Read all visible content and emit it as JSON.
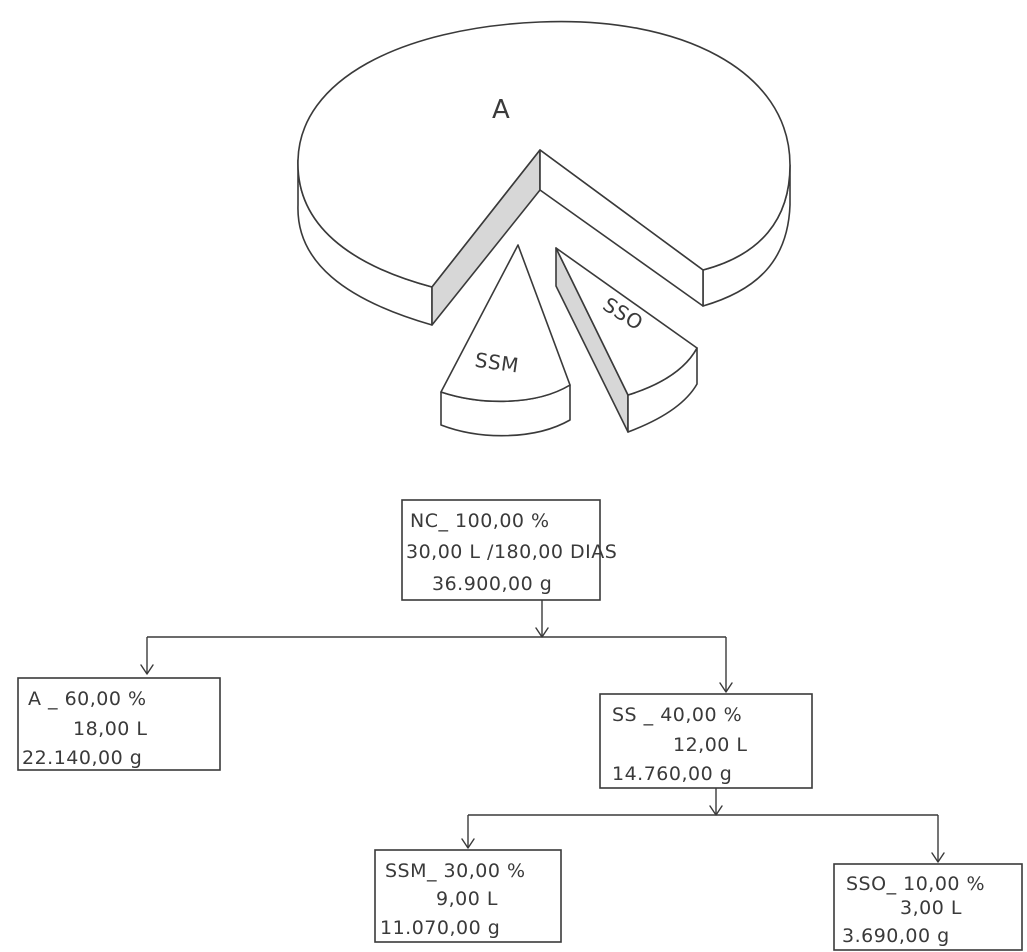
{
  "pie": {
    "main_label": "A",
    "slice_labels": [
      "SSM",
      "SSO"
    ]
  },
  "tree": {
    "root": {
      "lines": [
        "NC_ 100,00 %",
        "30,00 L /180,00 DIAS",
        "36.900,00 g"
      ]
    },
    "a": {
      "lines": [
        "A _ 60,00 %",
        "18,00 L",
        "22.140,00 g"
      ]
    },
    "ss": {
      "lines": [
        "SS _ 40,00 %",
        "12,00 L",
        "14.760,00 g"
      ]
    },
    "ssm": {
      "lines": [
        "SSM_ 30,00 %",
        "9,00 L",
        "11.070,00 g"
      ]
    },
    "sso": {
      "lines": [
        "SSO_ 10,00 %",
        "3,00 L",
        "3.690,00 g"
      ]
    }
  },
  "colors": {
    "ink": "#3a3a3a",
    "shade": "#d7d7d7",
    "paper": "#ffffff"
  }
}
